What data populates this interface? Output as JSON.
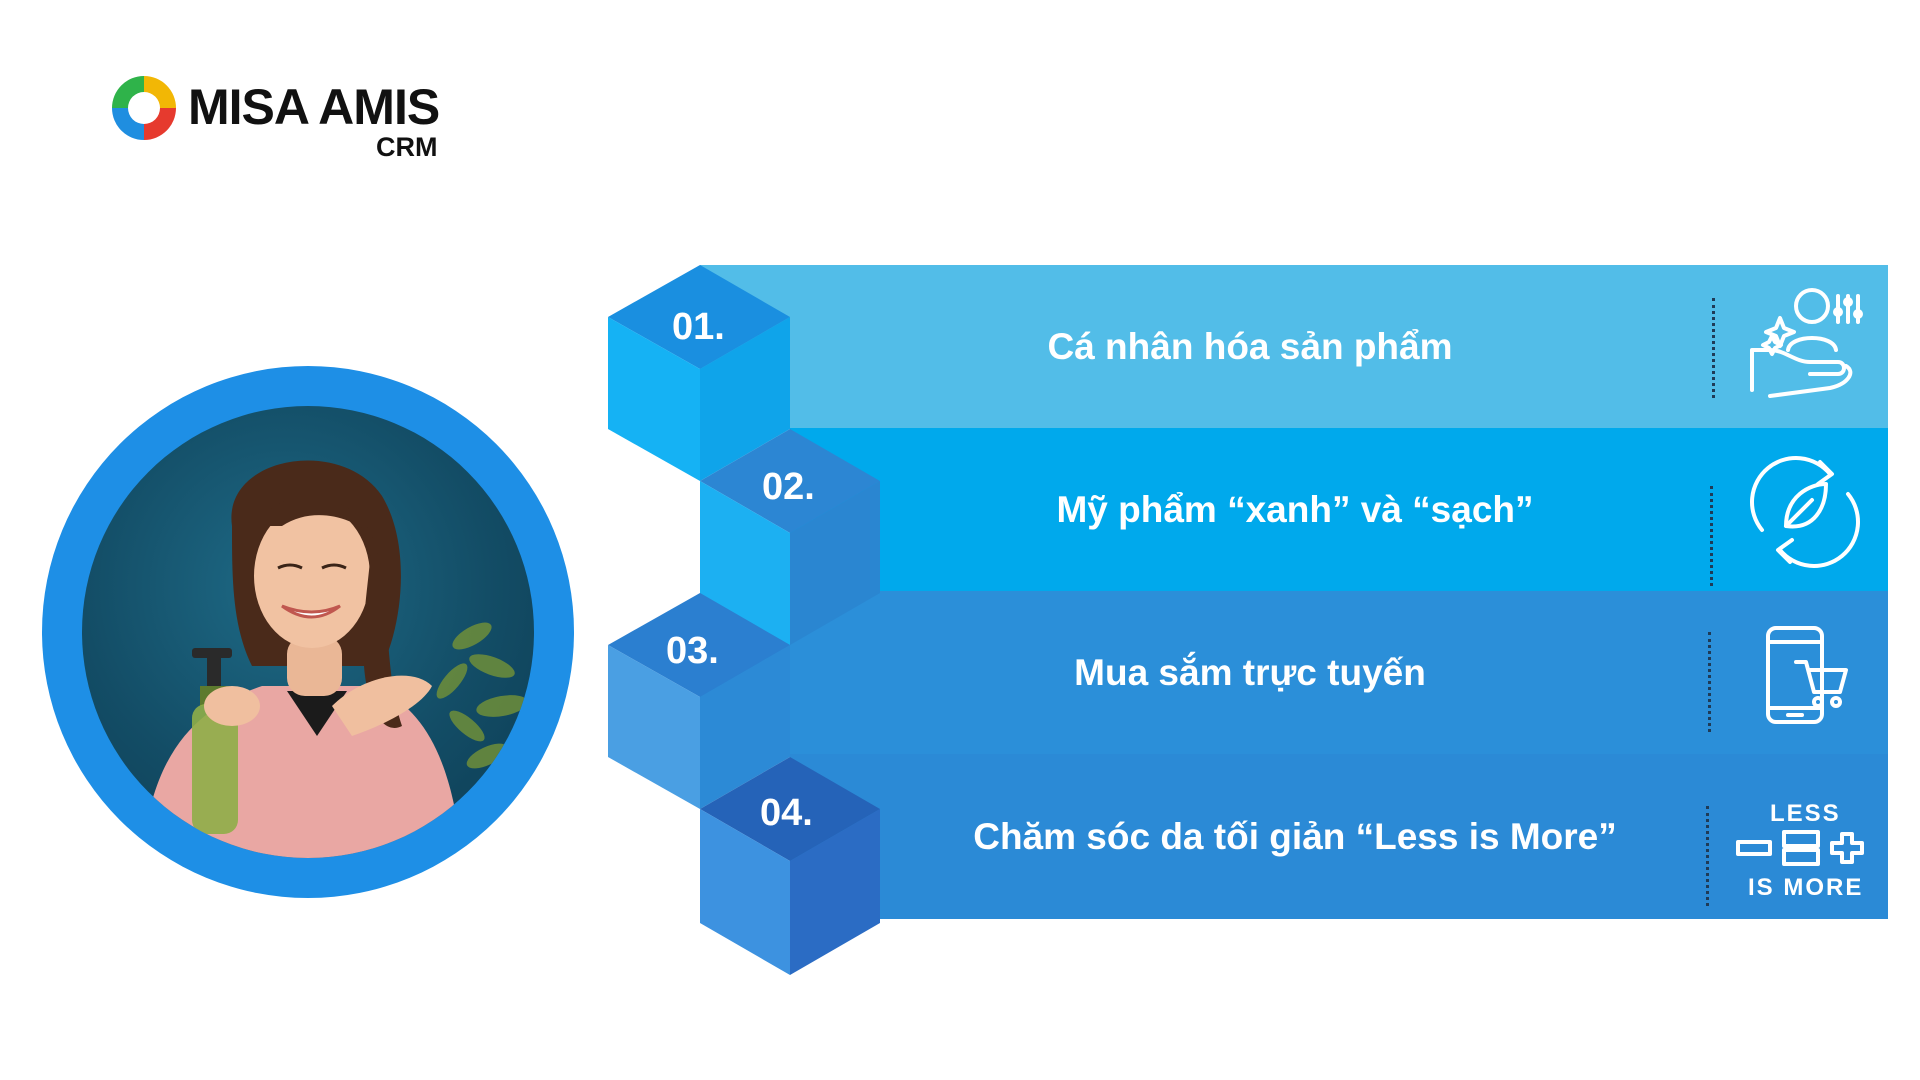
{
  "brand": {
    "name": "MISA AMIS",
    "product": "CRM"
  },
  "items": [
    {
      "number": "01.",
      "label": "Cá nhân hóa sản phẩm",
      "icon": "personalize-hand-icon"
    },
    {
      "number": "02.",
      "label": "Mỹ phẩm “xanh” và “sạch”",
      "icon": "eco-leaf-cycle-icon"
    },
    {
      "number": "03.",
      "label": "Mua sắm trực tuyến",
      "icon": "mobile-cart-icon"
    },
    {
      "number": "04.",
      "label": "Chăm sóc da tối giản “Less is More”",
      "icon": "less-is-more-icon",
      "icon_text_top": "LESS",
      "icon_text_bottom": "IS MORE"
    }
  ],
  "colors": {
    "bar1": "#52bde8",
    "bar2": "#00a9ec",
    "bar3": "#2b8fd9",
    "bar4": "#2b8ad6",
    "ring": "#1e8fe6"
  }
}
